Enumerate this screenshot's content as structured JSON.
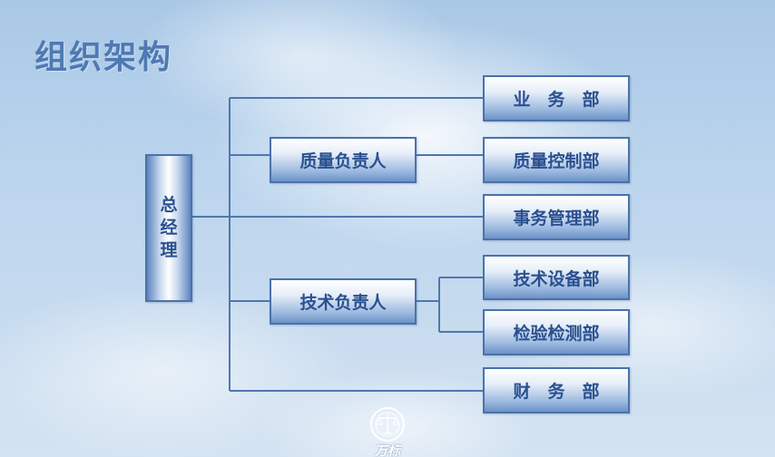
{
  "title": "组织架构",
  "root": {
    "chars": [
      "总",
      "经",
      "理"
    ]
  },
  "managers": {
    "quality": "质量负责人",
    "technical": "技术负责人"
  },
  "departments": {
    "business": "业　务　部",
    "quality_control": "质量控制部",
    "affairs": "事务管理部",
    "tech_equipment": "技术设备部",
    "inspection": "检验检测部",
    "finance": "财　务　部"
  },
  "logo": {
    "text": "万标",
    "icon": "scales-of-justice-emblem-icon"
  },
  "colors": {
    "box_border": "#4a72aa",
    "box_text": "#2a5090",
    "connector": "#4f77ad",
    "title": "#4f79b3"
  }
}
